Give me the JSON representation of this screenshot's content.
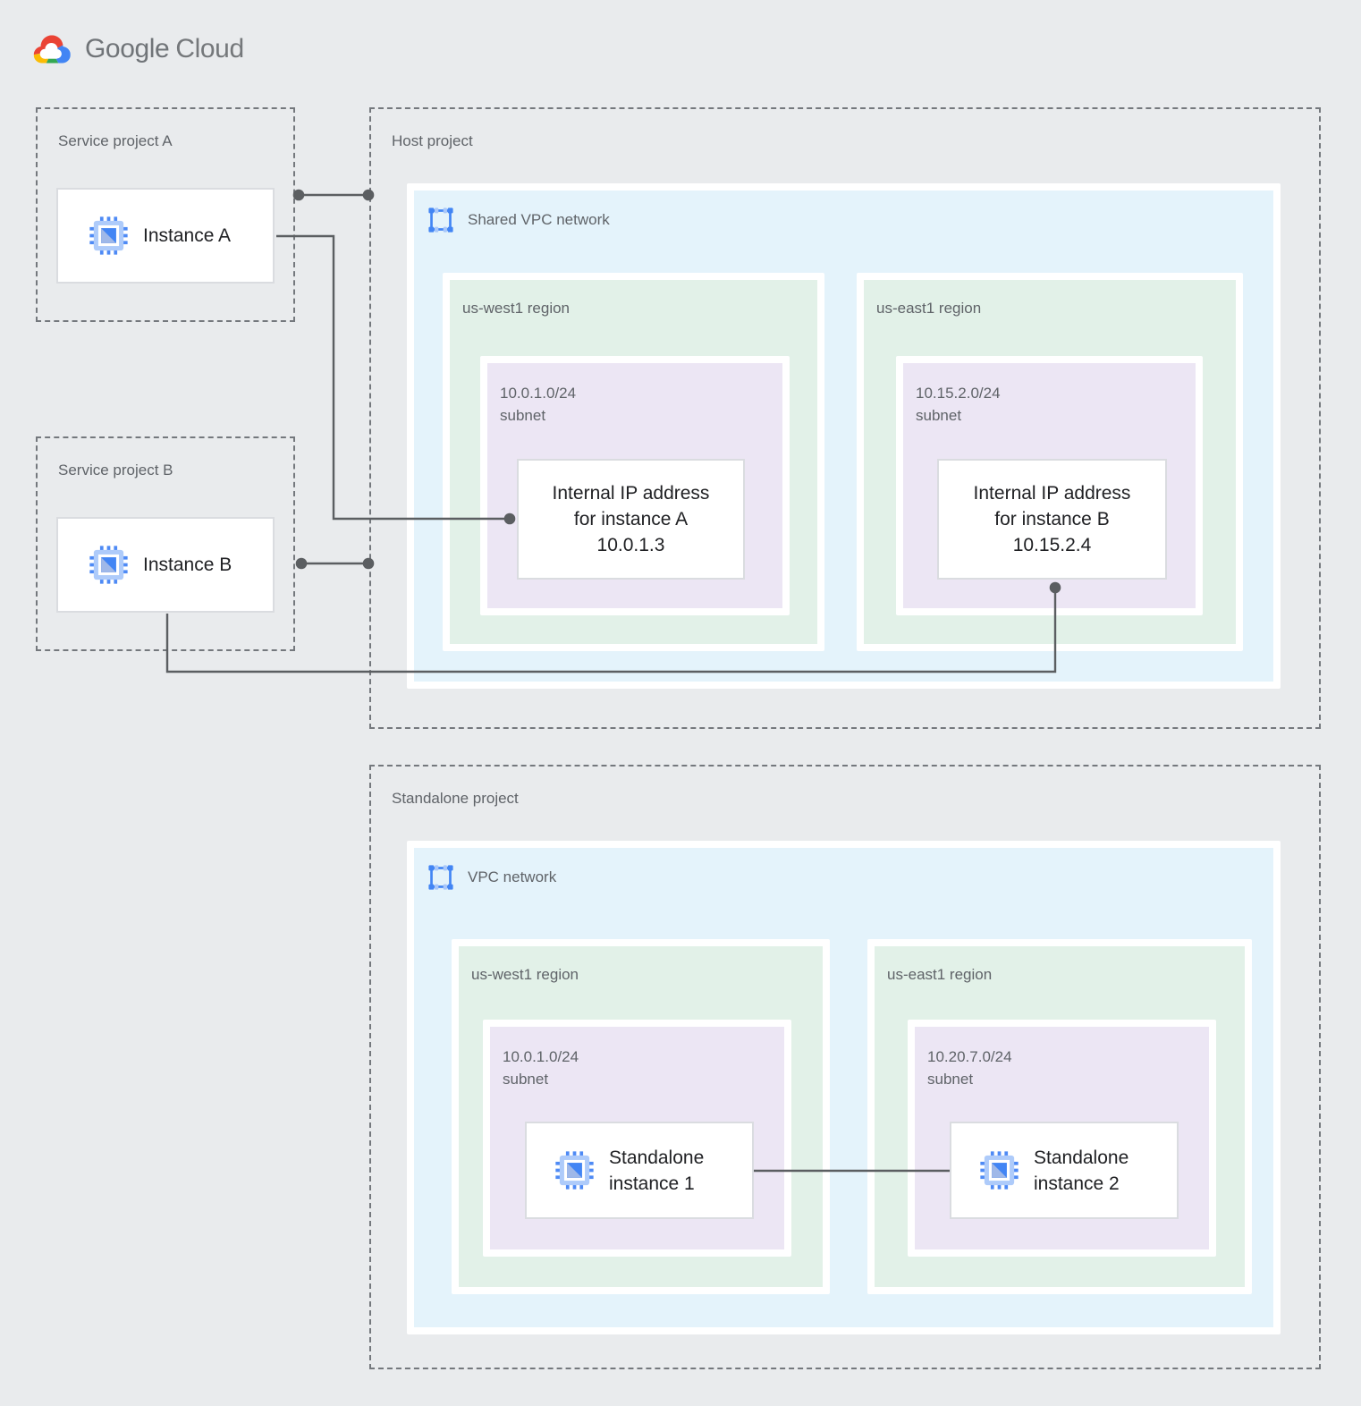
{
  "logo": {
    "brand_primary": "Google",
    "brand_secondary": "Cloud"
  },
  "colors": {
    "page_background": "#E9EBED",
    "network_fill": "#E4F3FB",
    "region_fill": "#E2F1E8",
    "subnet_fill": "#ECE6F4",
    "accent_blue": "#4285F4",
    "connector_gray": "#5B5E61",
    "label_gray": "#5F6368",
    "text_dark": "#202124"
  },
  "service_project_a": {
    "title": "Service project A",
    "instance_label": "Instance A"
  },
  "service_project_b": {
    "title": "Service project B",
    "instance_label": "Instance B"
  },
  "host_project": {
    "title": "Host project",
    "network_label": "Shared VPC network",
    "west_region": {
      "name": "us-west1 region",
      "subnet_cidr": "10.0.1.0/24",
      "subnet_label": "subnet",
      "card": {
        "line1": "Internal IP address",
        "line2": "for instance A",
        "line3": "10.0.1.3"
      }
    },
    "east_region": {
      "name": "us-east1 region",
      "subnet_cidr": "10.15.2.0/24",
      "subnet_label": "subnet",
      "card": {
        "line1": "Internal IP address",
        "line2": "for instance B",
        "line3": "10.15.2.4"
      }
    }
  },
  "standalone_project": {
    "title": "Standalone project",
    "network_label": "VPC network",
    "west_region": {
      "name": "us-west1 region",
      "subnet_cidr": "10.0.1.0/24",
      "subnet_label": "subnet",
      "card": {
        "line1": "Standalone",
        "line2": "instance 1"
      }
    },
    "east_region": {
      "name": "us-east1 region",
      "subnet_cidr": "10.20.7.0/24",
      "subnet_label": "subnet",
      "card": {
        "line1": "Standalone",
        "line2": "instance 2"
      }
    }
  }
}
